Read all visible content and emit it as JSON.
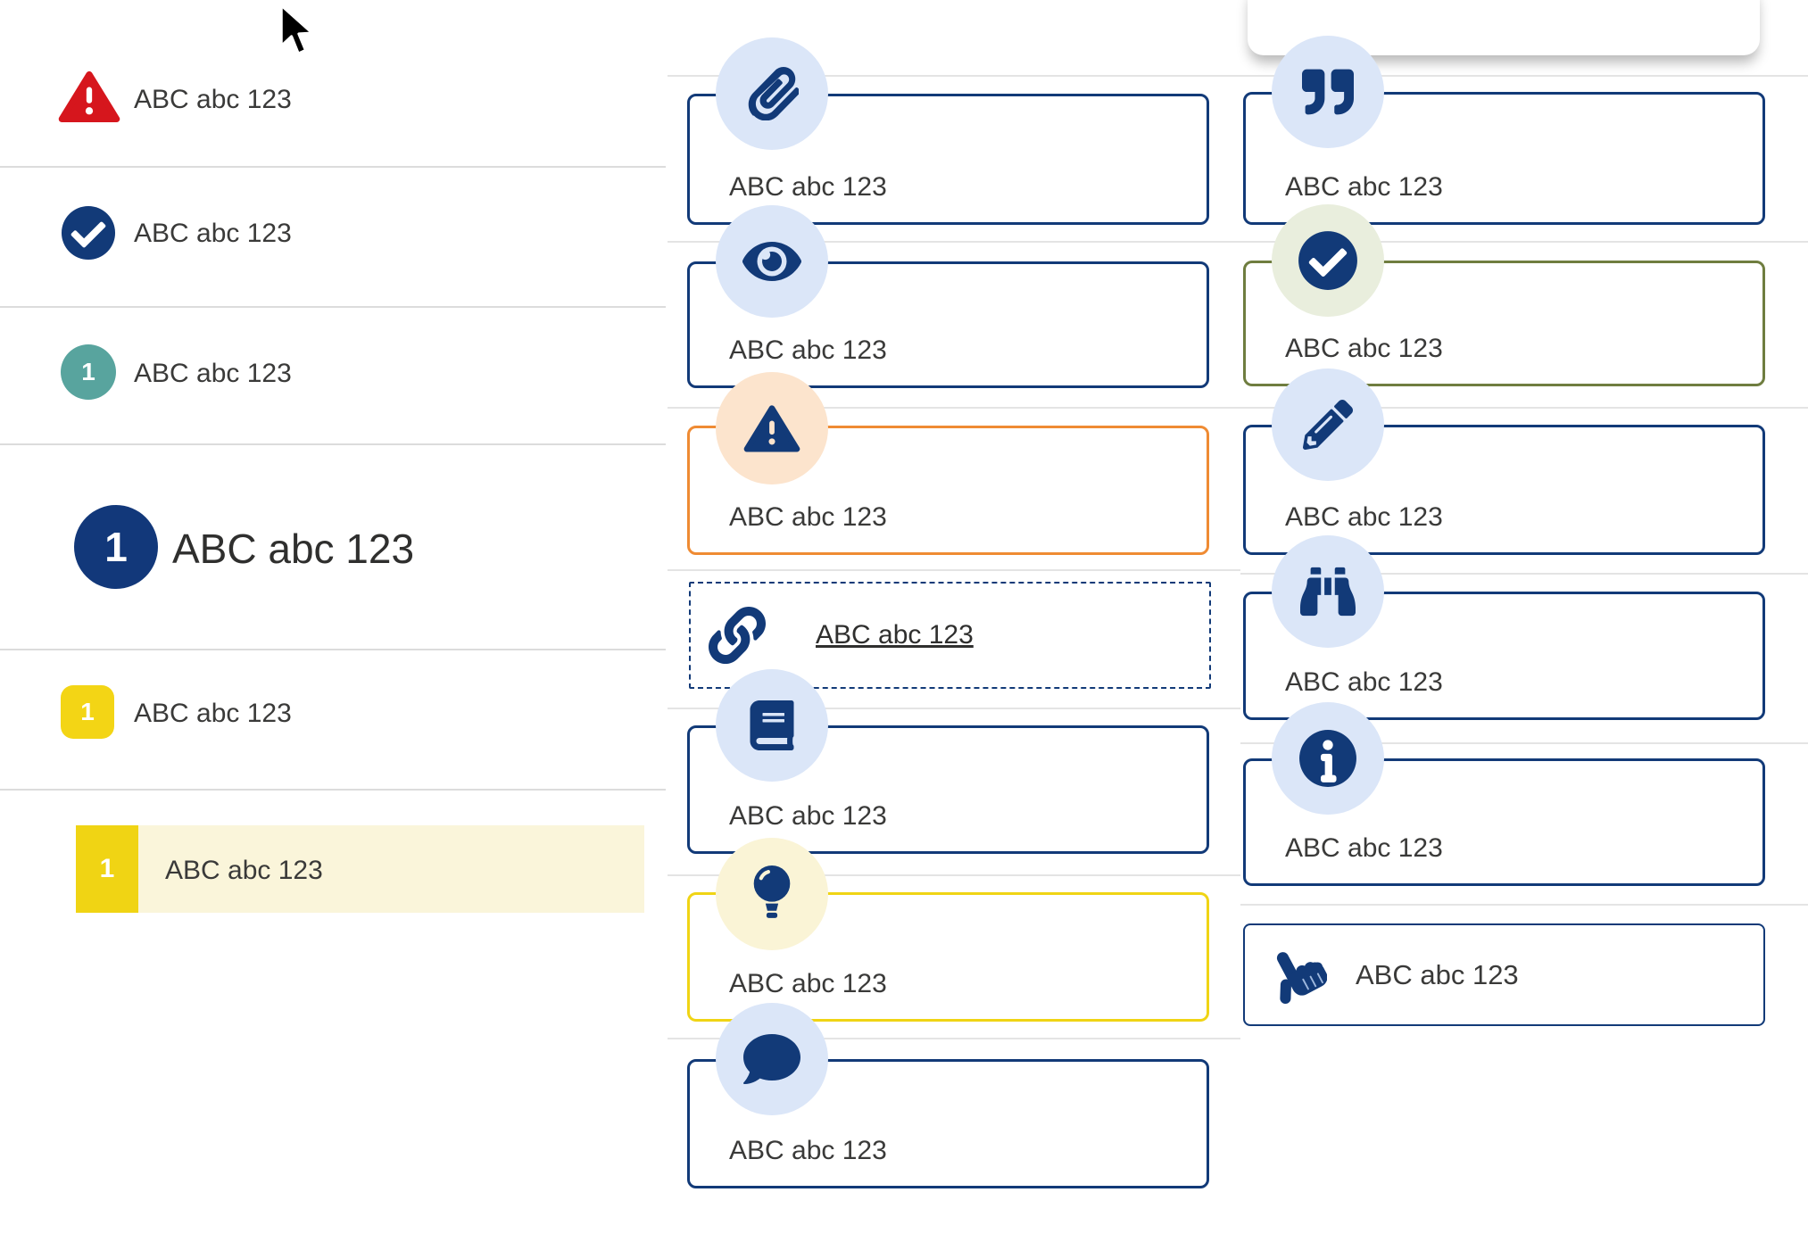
{
  "left_list": {
    "items": [
      {
        "icon": "warning-triangle-icon",
        "label": "ABC abc 123"
      },
      {
        "icon": "check-circle-icon",
        "label": "ABC abc 123"
      },
      {
        "icon": "number-badge-teal",
        "number": "1",
        "label": "ABC abc 123"
      },
      {
        "icon": "number-badge-navy-large",
        "number": "1",
        "label": "ABC abc 123"
      },
      {
        "icon": "number-badge-yellow-rounded",
        "number": "1",
        "label": "ABC abc 123"
      },
      {
        "icon": "number-badge-yellow-bar",
        "number": "1",
        "label": "ABC abc 123",
        "highlighted": true
      }
    ]
  },
  "middle_cards": [
    {
      "icon": "paperclip-icon",
      "label": "ABC abc 123",
      "border": "navy"
    },
    {
      "icon": "eye-icon",
      "label": "ABC abc 123",
      "border": "navy"
    },
    {
      "icon": "warning-triangle-icon",
      "label": "ABC abc 123",
      "border": "orange"
    },
    {
      "icon": "link-icon",
      "label": "ABC abc 123",
      "border": "dashed-navy",
      "link": true
    },
    {
      "icon": "book-icon",
      "label": "ABC abc 123",
      "border": "navy"
    },
    {
      "icon": "lightbulb-icon",
      "label": "ABC abc 123",
      "border": "yellow"
    },
    {
      "icon": "chat-dots-icon",
      "label": "ABC abc 123",
      "border": "navy"
    }
  ],
  "right_cards": [
    {
      "icon": "quote-icon",
      "label": "ABC abc 123",
      "border": "navy"
    },
    {
      "icon": "check-circle-icon",
      "label": "ABC abc 123",
      "border": "green"
    },
    {
      "icon": "pencil-icon",
      "label": "ABC abc 123",
      "border": "navy"
    },
    {
      "icon": "binoculars-icon",
      "label": "ABC abc 123",
      "border": "navy"
    },
    {
      "icon": "info-circle-icon",
      "label": "ABC abc 123",
      "border": "navy"
    },
    {
      "icon": "hand-pointer-icon",
      "label": "ABC abc 123",
      "border": "navy-thin"
    }
  ],
  "colors": {
    "navy": "#123a78",
    "red": "#d6161d",
    "teal": "#58a49e",
    "yellow": "#f0d414",
    "orange_border": "#ef8b33",
    "green_border": "#6f7d3f",
    "circle_blue_bg": "#dbe6f8",
    "circle_peach_bg": "#fce4cd",
    "circle_paleyellow_bg": "#faf4d6",
    "circle_palegreen_bg": "#e9eedd",
    "row_highlight_bg": "#faf5da",
    "text": "#3a3a39"
  }
}
